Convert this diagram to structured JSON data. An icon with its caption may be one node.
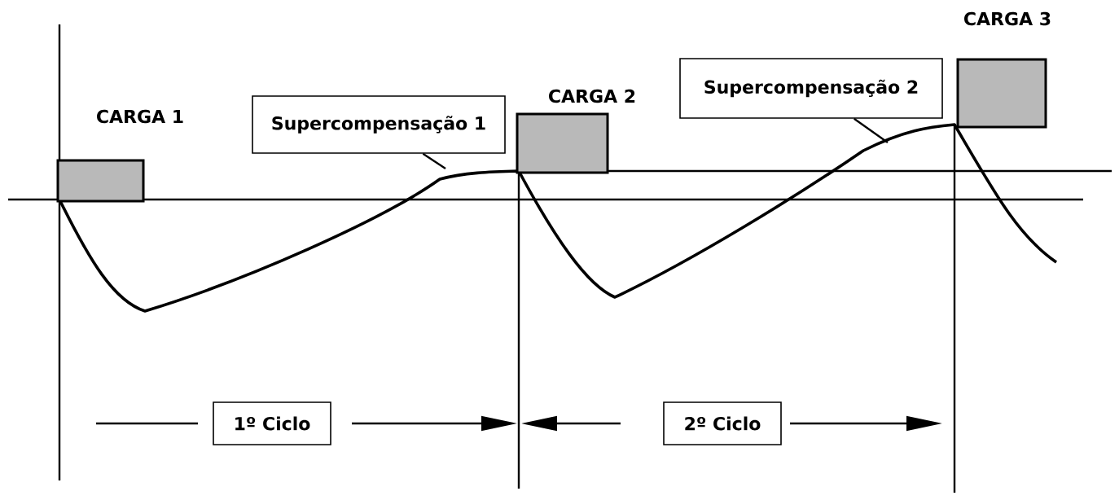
{
  "diagram": {
    "nodes": [
      {
        "text": [
          "CARGA 1"
        ]
      },
      {
        "text": [
          "CARGA 2"
        ]
      },
      {
        "text": [
          "CARGA 3"
        ]
      },
      {
        "text": [
          "Supercompensação 1"
        ]
      },
      {
        "text": [
          "Supercompensação 2"
        ]
      },
      {
        "text": [
          "1º Ciclo"
        ]
      },
      {
        "text": [
          "2º Ciclo"
        ]
      }
    ],
    "edges": [
      {
        "from": 3,
        "to": null,
        "arrow": "none"
      },
      {
        "from": 4,
        "to": null,
        "arrow": "none"
      }
    ]
  }
}
